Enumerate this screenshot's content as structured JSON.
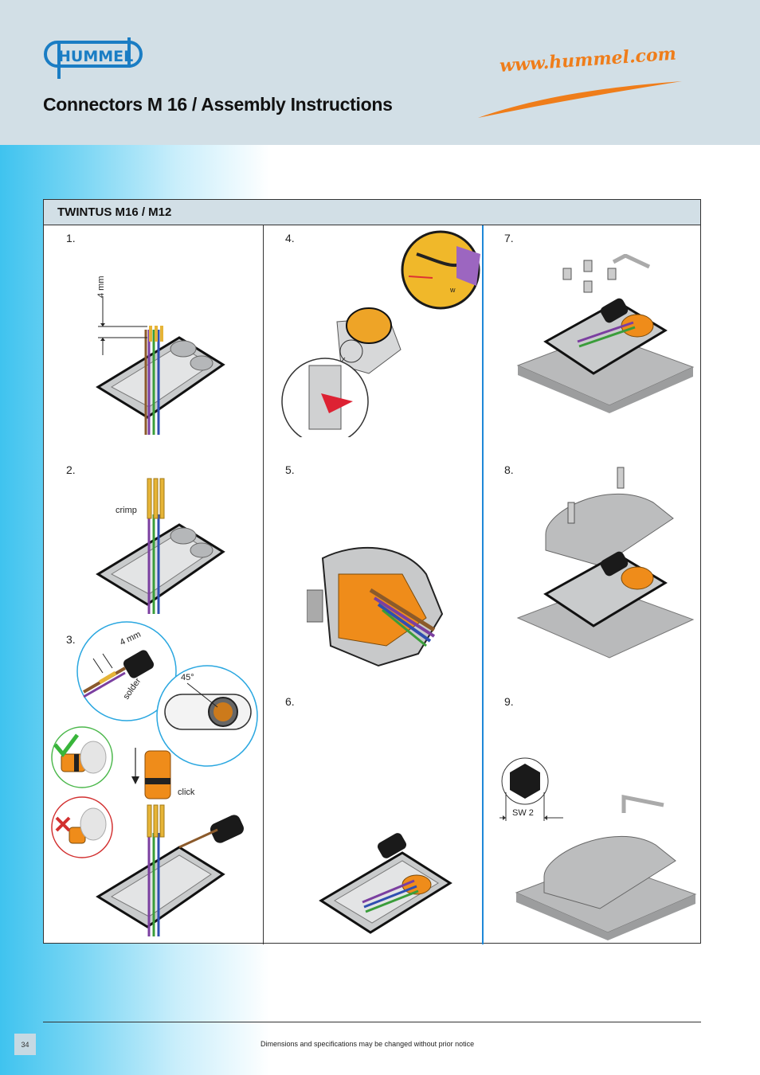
{
  "header": {
    "brand": "HUMMEL",
    "title": "Connectors M 16 / Assembly Instructions",
    "website": "www.hummel.com"
  },
  "section": {
    "title": "TWINTUS M16 / M12"
  },
  "steps": [
    "1.",
    "2.",
    "3.",
    "4.",
    "5.",
    "6.",
    "7.",
    "8.",
    "9."
  ],
  "labels": {
    "strip_length": "4 mm",
    "crimp": "crimp",
    "strip_length_2": "4 mm",
    "solder": "solder",
    "angle": "45°",
    "click": "click",
    "wrench_size": "SW 2",
    "mark_w": "w"
  },
  "footer": {
    "page_number": "34",
    "disclaimer": "Dimensions and specifications may be changed without prior notice"
  },
  "colors": {
    "header_bg": "#d2dfe6",
    "accent_orange": "#ef7d1a",
    "accent_blue": "#1e88d8",
    "brand_blue": "#1a7dc4"
  }
}
